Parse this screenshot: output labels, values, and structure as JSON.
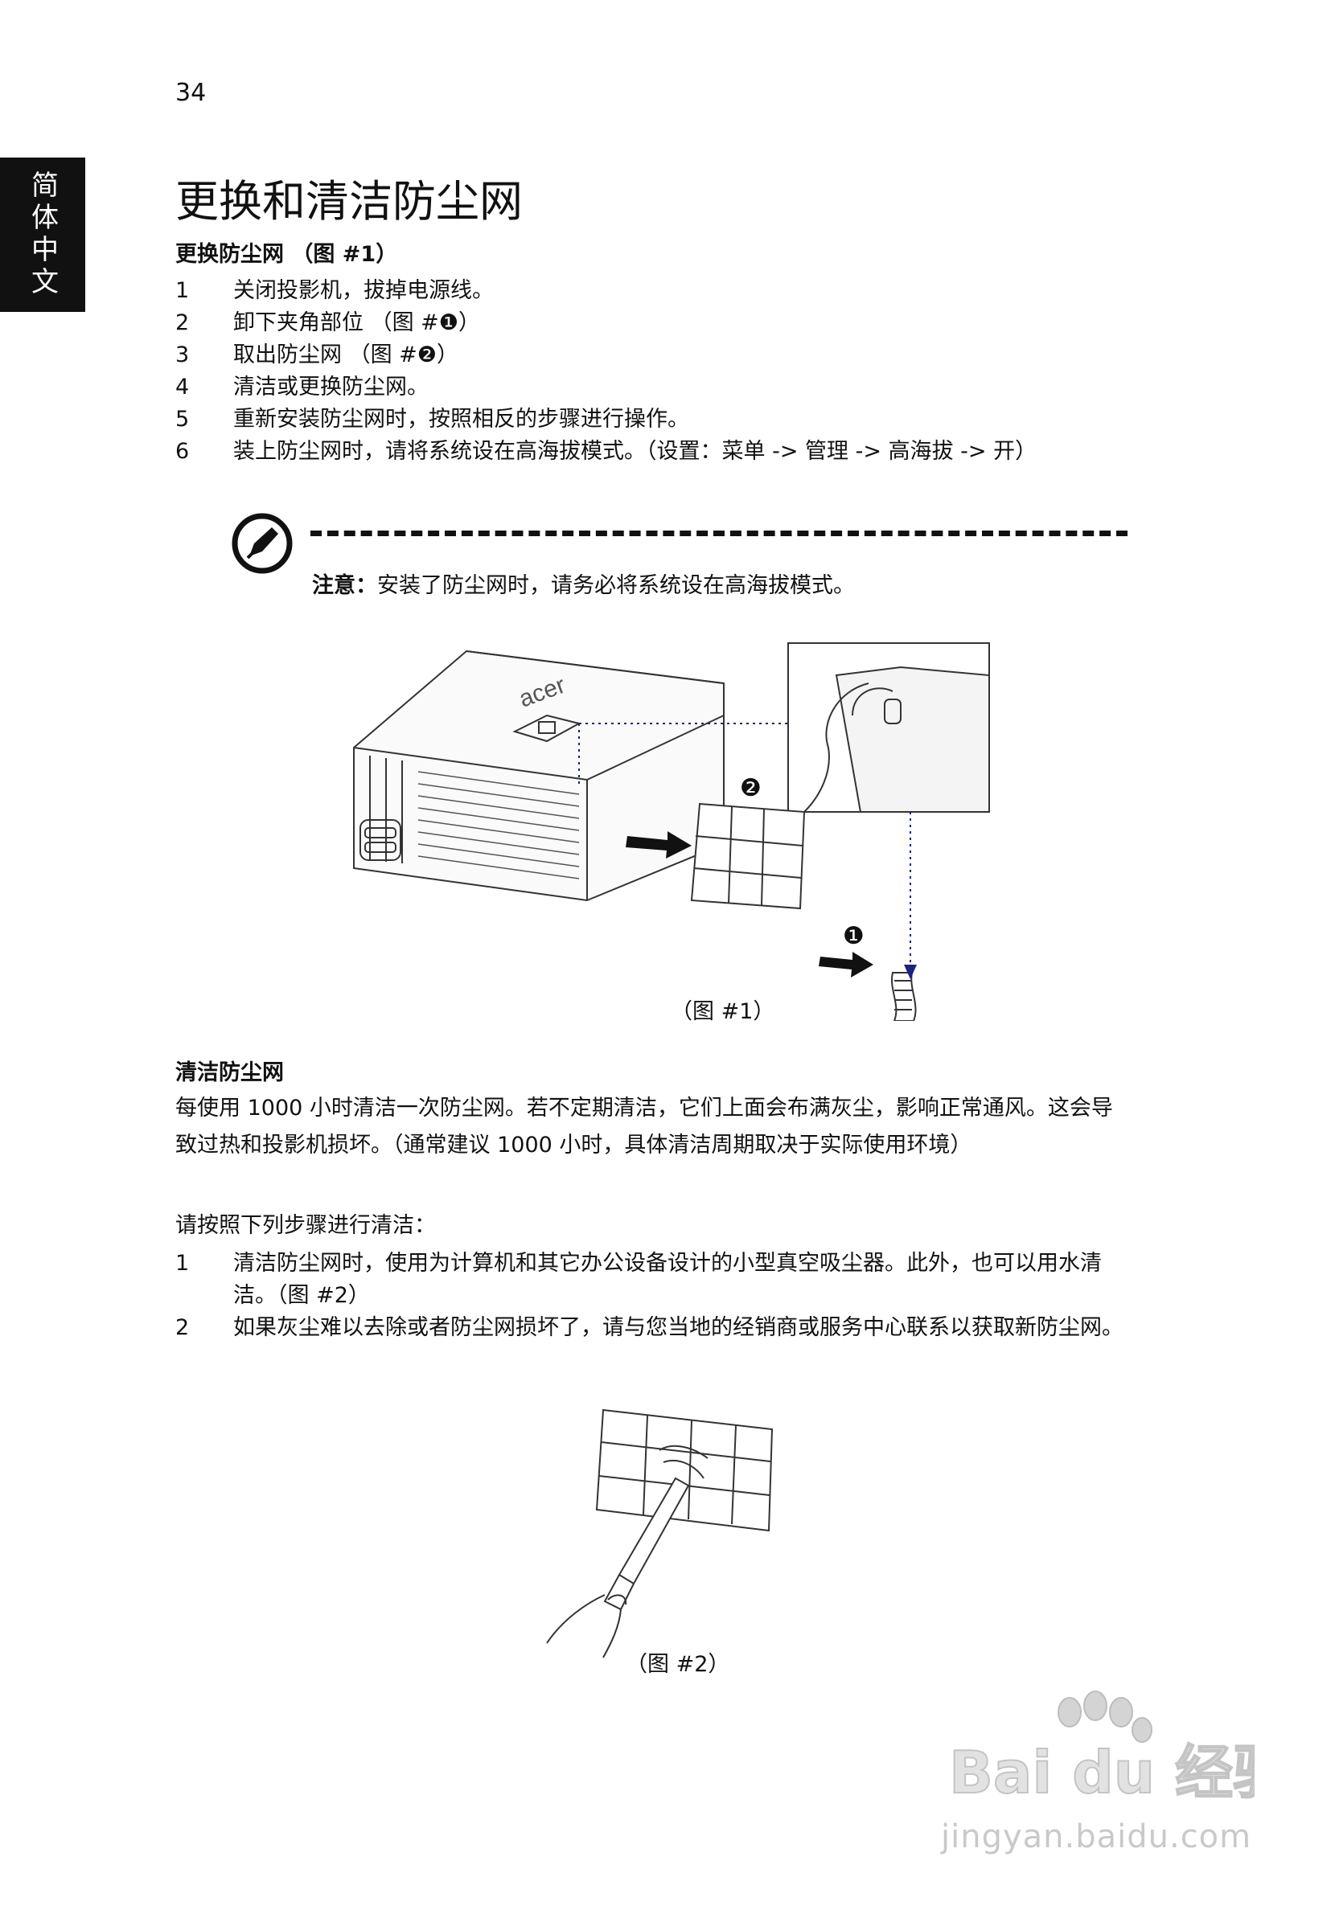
{
  "page_number": "34",
  "side_tab": "简体中文",
  "title": "更换和清洁防尘网",
  "section1": {
    "heading": "更换防尘网 （图 #1）",
    "steps": [
      {
        "num": "1",
        "text": "关闭投影机，拔掉电源线。"
      },
      {
        "num": "2",
        "text": "卸下夹角部位 （图 #❶）"
      },
      {
        "num": "3",
        "text": "取出防尘网 （图 #❷）"
      },
      {
        "num": "4",
        "text": "清洁或更换防尘网。"
      },
      {
        "num": "5",
        "text": "重新安装防尘网时，按照相反的步骤进行操作。"
      },
      {
        "num": "6",
        "text": "装上防尘网时，请将系统设在高海拔模式。（设置：菜单 -> 管理 -> 高海拔 -> 开）"
      }
    ],
    "note_label": "注意：",
    "note_text": "安装了防尘网时，请务必将系统设在高海拔模式。",
    "figure_caption": "（图 #1）",
    "figure_markers": [
      "❷",
      "❶"
    ],
    "logo_text": "acer"
  },
  "section2": {
    "heading": "清洁防尘网",
    "paragraph": "每使用 1000 小时清洁一次防尘网。若不定期清洁，它们上面会布满灰尘，影响正常通风。这会导致过热和投影机损坏。（通常建议 1000 小时，具体清洁周期取决于实际使用环境）",
    "intro": "请按照下列步骤进行清洁：",
    "steps": [
      {
        "num": "1",
        "text": "清洁防尘网时，使用为计算机和其它办公设备设计的小型真空吸尘器。此外，也可以用水清洁。（图 #2）"
      },
      {
        "num": "2",
        "text": "如果灰尘难以去除或者防尘网损坏了，请与您当地的经销商或服务中心联系以获取新防尘网。"
      }
    ],
    "figure_caption": "（图 #2）"
  },
  "watermark": {
    "logo": "Bai du 经验",
    "url": "jingyan.baidu.com"
  }
}
